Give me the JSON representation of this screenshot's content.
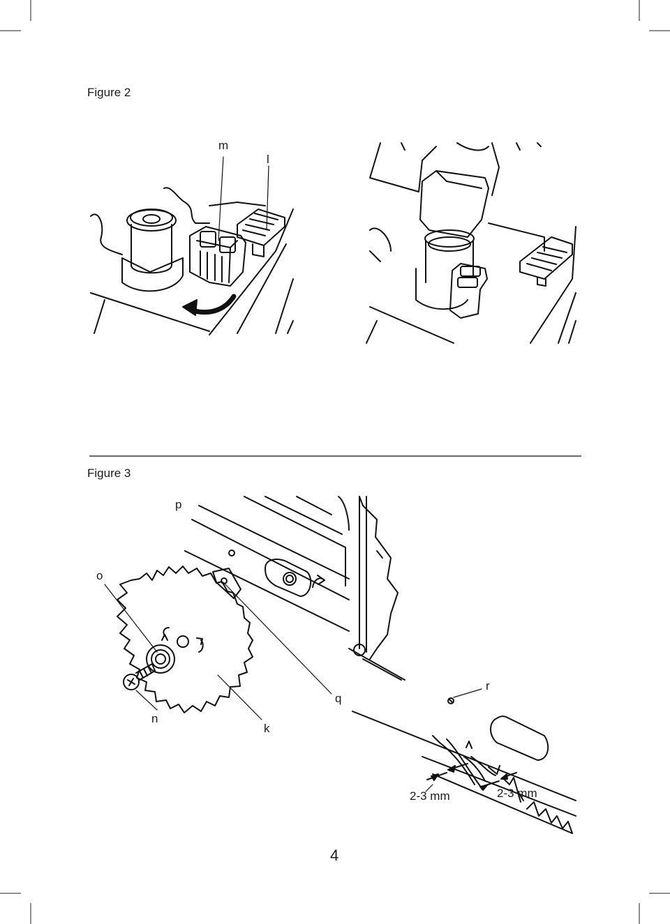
{
  "figure2": {
    "caption": "Figure 2",
    "labels": {
      "m": "m",
      "l": "l"
    }
  },
  "figure3": {
    "caption": "Figure 3",
    "labels": {
      "p": "p",
      "o": "o",
      "n": "n",
      "k": "k",
      "q": "q",
      "r": "r"
    },
    "gap_left": "2-3 mm",
    "gap_right": "2-3 mm"
  },
  "page_number": "4"
}
